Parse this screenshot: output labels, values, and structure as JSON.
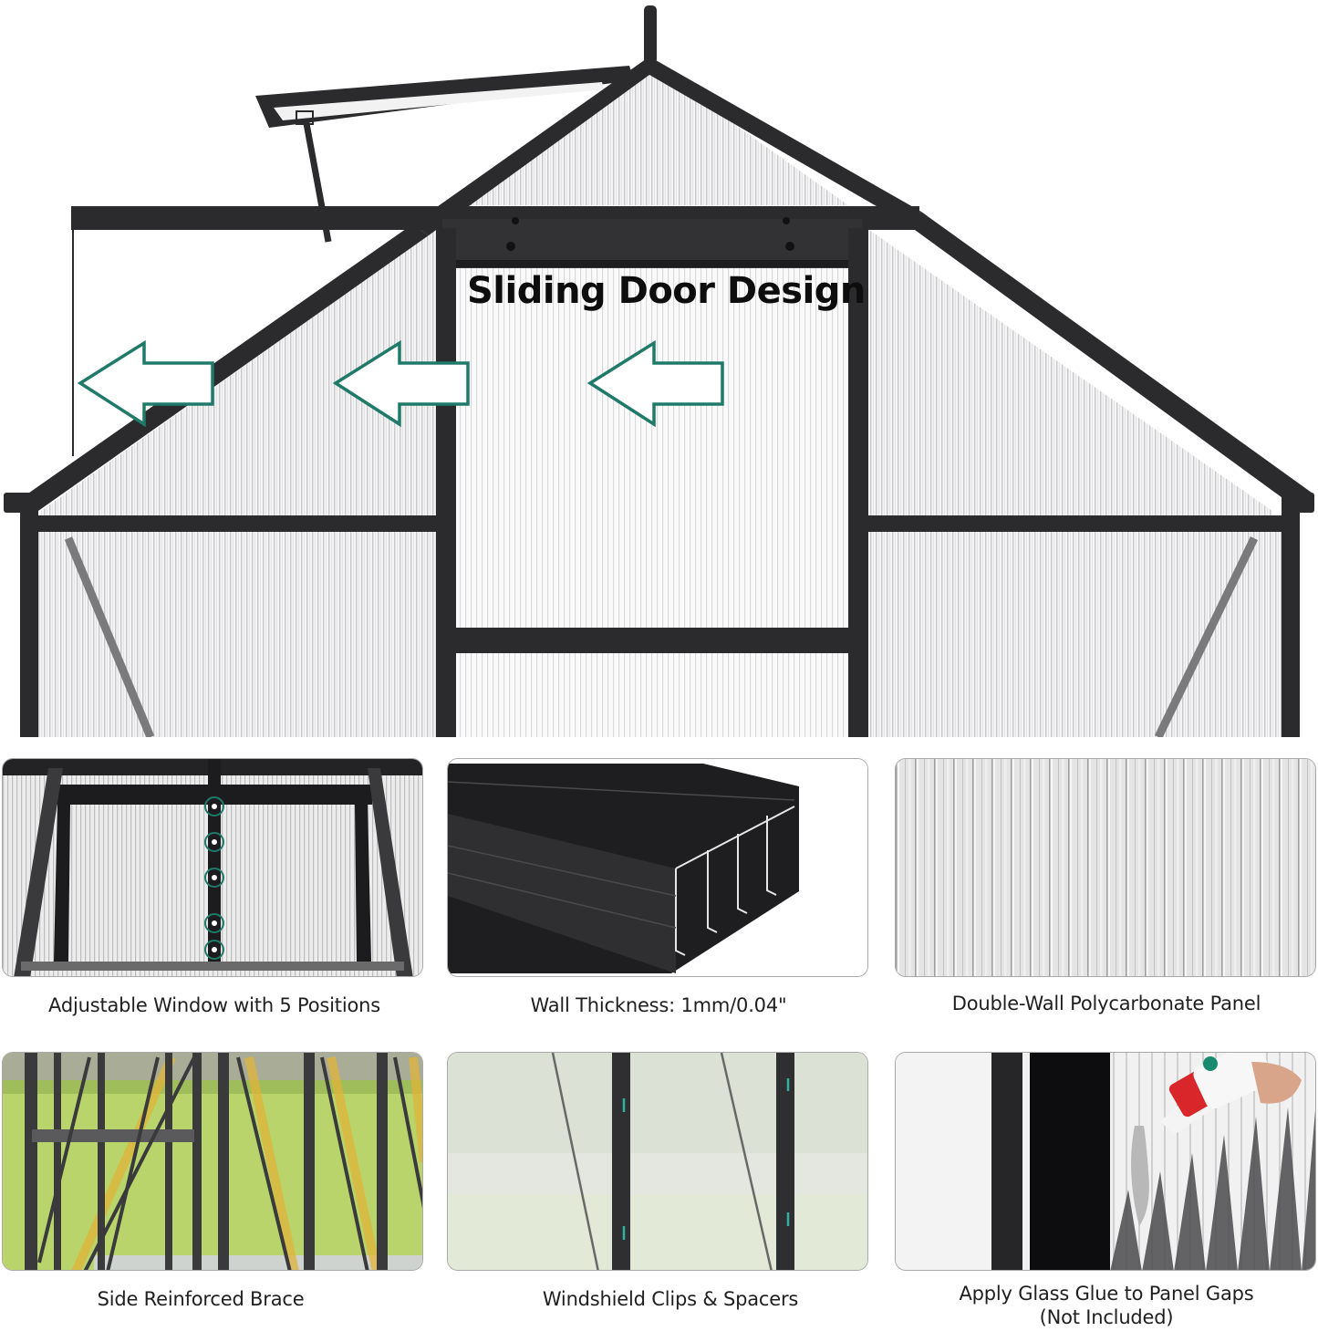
{
  "hero": {
    "title": "Sliding Door Design",
    "arrow_icon": "arrow-left-outline-icon",
    "arrow_count": 3,
    "colors": {
      "frame": "#2b2b2d",
      "panel": "#eeeeef",
      "arrow_stroke": "#1f7a6a",
      "arrow_fill": "#ffffff"
    }
  },
  "features": [
    {
      "id": "adjustable-window",
      "caption": "Adjustable Window with 5 Positions",
      "marker_count": 5
    },
    {
      "id": "wall-thickness",
      "caption": "Wall Thickness: 1mm/0.04\""
    },
    {
      "id": "polycarbonate-panel",
      "caption": "Double-Wall Polycarbonate Panel"
    },
    {
      "id": "reinforced-brace",
      "caption": "Side Reinforced Brace"
    },
    {
      "id": "windshield-clips",
      "caption": "Windshield Clips & Spacers"
    },
    {
      "id": "glass-glue",
      "caption_line1": "Apply Glass Glue to Panel Gaps",
      "caption_line2": "(Not Included)"
    }
  ],
  "colors": {
    "accent_teal": "#1f7a6a",
    "frame_dark": "#2b2b2d",
    "tile_border": "#a9a9a9",
    "lawn_green": "#b9d46a",
    "brace_highlight": "#e0b43a",
    "glue_bottle_red": "#d9262b"
  }
}
